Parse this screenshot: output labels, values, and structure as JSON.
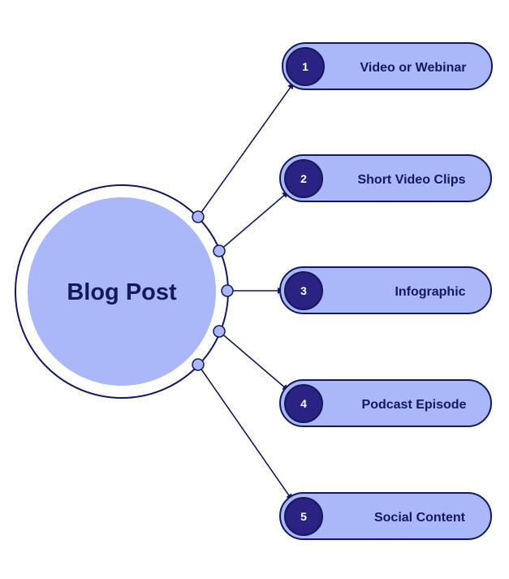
{
  "hub": {
    "label": "Blog Post"
  },
  "outputs": [
    {
      "number": "1",
      "label": "Video or Webinar"
    },
    {
      "number": "2",
      "label": "Short Video Clips"
    },
    {
      "number": "3",
      "label": "Infographic"
    },
    {
      "number": "4",
      "label": "Podcast Episode"
    },
    {
      "number": "5",
      "label": "Social Content"
    }
  ],
  "colors": {
    "navy": "#14195a",
    "fill_light": "#aab8fa",
    "badge_fill": "#2b2384",
    "white": "#ffffff"
  }
}
